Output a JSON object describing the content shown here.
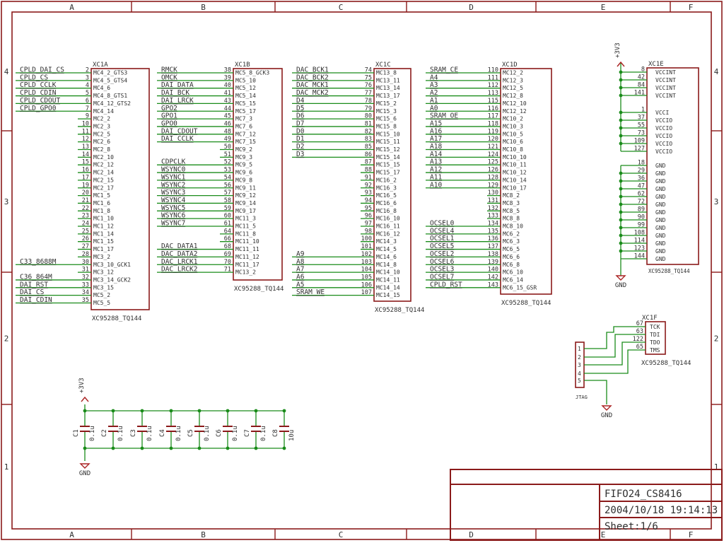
{
  "colors": {
    "net": "#1a8c1a",
    "part": "#8b1a1a",
    "frame": "#8b1a1a",
    "text": "#2f2f2f",
    "supply": "#aa2222",
    "junction": "#1a8c1a"
  },
  "frame": {
    "cols": [
      "A",
      "B",
      "C",
      "D",
      "E",
      "F"
    ],
    "rows": [
      "4",
      "3",
      "2",
      "1"
    ]
  },
  "title_block": {
    "name": "FIFO24_CS8416",
    "date": "2004/10/18 19:14:13",
    "sheet": "Sheet:1/6"
  },
  "parts": [
    {
      "ref": "XC1A",
      "value": "XC95288_TQ144",
      "pins": [
        {
          "net": "CPLD_DAI_CS",
          "num": "2",
          "name": "MC4_2_GTS3"
        },
        {
          "net": "CPLD_CS",
          "num": "3",
          "name": "MC4_5_GTS4"
        },
        {
          "net": "CPLD_CCLK",
          "num": "4",
          "name": "MC4_6"
        },
        {
          "net": "CPLD_CDIN",
          "num": "5",
          "name": "MC4_8_GTS1"
        },
        {
          "net": "CPLD_CDOUT",
          "num": "6",
          "name": "MC4_12_GTS2"
        },
        {
          "net": "CPLD_GPO0",
          "num": "7",
          "name": "MC4_14"
        },
        {
          "net": "",
          "num": "9",
          "name": "MC2_2"
        },
        {
          "net": "",
          "num": "10",
          "name": "MC2_3"
        },
        {
          "net": "",
          "num": "11",
          "name": "MC2_5"
        },
        {
          "net": "",
          "num": "12",
          "name": "MC2_6"
        },
        {
          "net": "",
          "num": "13",
          "name": "MC2_8"
        },
        {
          "net": "",
          "num": "14",
          "name": "MC2_10"
        },
        {
          "net": "",
          "num": "15",
          "name": "MC2_12"
        },
        {
          "net": "",
          "num": "16",
          "name": "MC2_14"
        },
        {
          "net": "",
          "num": "17",
          "name": "MC2_15"
        },
        {
          "net": "",
          "num": "19",
          "name": "MC2_17"
        },
        {
          "net": "",
          "num": "20",
          "name": "MC1_5"
        },
        {
          "net": "",
          "num": "21",
          "name": "MC1_6"
        },
        {
          "net": "",
          "num": "22",
          "name": "MC1_8"
        },
        {
          "net": "",
          "num": "23",
          "name": "MC1_10"
        },
        {
          "net": "",
          "num": "24",
          "name": "MC1_12"
        },
        {
          "net": "",
          "num": "25",
          "name": "MC1_14"
        },
        {
          "net": "",
          "num": "26",
          "name": "MC1_15"
        },
        {
          "net": "",
          "num": "27",
          "name": "MC1_17"
        },
        {
          "net": "",
          "num": "28",
          "name": "MC3_2"
        },
        {
          "net": "C33_8688M",
          "num": "30",
          "name": "MC3_10_GCK1"
        },
        {
          "net": "",
          "num": "31",
          "name": "MC3_12"
        },
        {
          "net": "C36_864M",
          "num": "32",
          "name": "MC3_14_GCK2"
        },
        {
          "net": "DAI_RST",
          "num": "33",
          "name": "MC3_15"
        },
        {
          "net": "DAI_CS",
          "num": "34",
          "name": "MC5_2"
        },
        {
          "net": "DAI_CDIN",
          "num": "35",
          "name": "MC5_5"
        }
      ]
    },
    {
      "ref": "XC1B",
      "value": "XC95288_TQ144",
      "pins": [
        {
          "net": "RMCK",
          "num": "38",
          "name": "MC5_8_GCK3"
        },
        {
          "net": "OMCK",
          "num": "39",
          "name": "MC5_10"
        },
        {
          "net": "DAI_DATA",
          "num": "40",
          "name": "MC5_12"
        },
        {
          "net": "DAI_BCK",
          "num": "41",
          "name": "MC5_14"
        },
        {
          "net": "DAI_LRCK",
          "num": "43",
          "name": "MC5_15"
        },
        {
          "net": "GPO2",
          "num": "44",
          "name": "MC5_17"
        },
        {
          "net": "GPO1",
          "num": "45",
          "name": "MC7_3"
        },
        {
          "net": "GPO0",
          "num": "46",
          "name": "MC7_6"
        },
        {
          "net": "DAI_CDOUT",
          "num": "48",
          "name": "MC7_12"
        },
        {
          "net": "DAI_CCLK",
          "num": "49",
          "name": "MC7_15"
        },
        {
          "net": "",
          "num": "50",
          "name": "MC9_2"
        },
        {
          "net": "",
          "num": "51",
          "name": "MC9_3"
        },
        {
          "net": "CDPCLK",
          "num": "52",
          "name": "MC9_5"
        },
        {
          "net": "WSYNC0",
          "num": "53",
          "name": "MC9_6"
        },
        {
          "net": "WSYNC1",
          "num": "54",
          "name": "MC9_8"
        },
        {
          "net": "WSYNC2",
          "num": "56",
          "name": "MC9_11"
        },
        {
          "net": "WSYNC3",
          "num": "57",
          "name": "MC9_12"
        },
        {
          "net": "WSYNC4",
          "num": "58",
          "name": "MC9_14"
        },
        {
          "net": "WSYNC5",
          "num": "59",
          "name": "MC9_17"
        },
        {
          "net": "WSYNC6",
          "num": "60",
          "name": "MC11_3"
        },
        {
          "net": "WSYNC7",
          "num": "61",
          "name": "MC11_5"
        },
        {
          "net": "",
          "num": "64",
          "name": "MC11_8"
        },
        {
          "net": "",
          "num": "66",
          "name": "MC11_10"
        },
        {
          "net": "DAC_DATA1",
          "num": "68",
          "name": "MC11_11"
        },
        {
          "net": "DAC_DATA2",
          "num": "69",
          "name": "MC11_12"
        },
        {
          "net": "DAC_LRCK1",
          "num": "70",
          "name": "MC11_17"
        },
        {
          "net": "DAC_LRCK2",
          "num": "71",
          "name": "MC13_2"
        }
      ]
    },
    {
      "ref": "XC1C",
      "value": "XC95288_TQ144",
      "pins": [
        {
          "net": "DAC_BCK1",
          "num": "74",
          "name": "MC13_8"
        },
        {
          "net": "DAC_BCK2",
          "num": "75",
          "name": "MC13_11"
        },
        {
          "net": "DAC_MCK1",
          "num": "76",
          "name": "MC13_14"
        },
        {
          "net": "DAC_MCK2",
          "num": "77",
          "name": "MC13_17"
        },
        {
          "net": "D4",
          "num": "78",
          "name": "MC15_2"
        },
        {
          "net": "D5",
          "num": "79",
          "name": "MC15_3"
        },
        {
          "net": "D6",
          "num": "80",
          "name": "MC15_6"
        },
        {
          "net": "D7",
          "num": "81",
          "name": "MC15_8"
        },
        {
          "net": "D0",
          "num": "82",
          "name": "MC15_10"
        },
        {
          "net": "D1",
          "num": "83",
          "name": "MC15_11"
        },
        {
          "net": "D2",
          "num": "85",
          "name": "MC15_12"
        },
        {
          "net": "D3",
          "num": "86",
          "name": "MC15_14"
        },
        {
          "net": "",
          "num": "87",
          "name": "MC15_15"
        },
        {
          "net": "",
          "num": "88",
          "name": "MC15_17"
        },
        {
          "net": "",
          "num": "91",
          "name": "MC16_2"
        },
        {
          "net": "",
          "num": "92",
          "name": "MC16_3"
        },
        {
          "net": "",
          "num": "93",
          "name": "MC16_5"
        },
        {
          "net": "",
          "num": "94",
          "name": "MC16_6"
        },
        {
          "net": "",
          "num": "95",
          "name": "MC16_8"
        },
        {
          "net": "",
          "num": "96",
          "name": "MC16_10"
        },
        {
          "net": "",
          "num": "97",
          "name": "MC16_11"
        },
        {
          "net": "",
          "num": "98",
          "name": "MC16_12"
        },
        {
          "net": "",
          "num": "100",
          "name": "MC14_3"
        },
        {
          "net": "",
          "num": "101",
          "name": "MC14_5"
        },
        {
          "net": "A9",
          "num": "102",
          "name": "MC14_6"
        },
        {
          "net": "A8",
          "num": "103",
          "name": "MC14_8"
        },
        {
          "net": "A7",
          "num": "104",
          "name": "MC14_10"
        },
        {
          "net": "A6",
          "num": "105",
          "name": "MC14_11"
        },
        {
          "net": "A5",
          "num": "106",
          "name": "MC14_14"
        },
        {
          "net": "SRAM_WE",
          "num": "107",
          "name": "MC14_15"
        }
      ]
    },
    {
      "ref": "XC1D",
      "value": "XC95288_TQ144",
      "pins": [
        {
          "net": "SRAM_CE",
          "num": "110",
          "name": "MC12_2"
        },
        {
          "net": "A4",
          "num": "111",
          "name": "MC12_3"
        },
        {
          "net": "A3",
          "num": "112",
          "name": "MC12_5"
        },
        {
          "net": "A2",
          "num": "113",
          "name": "MC12_8"
        },
        {
          "net": "A1",
          "num": "115",
          "name": "MC12_10"
        },
        {
          "net": "A0",
          "num": "116",
          "name": "MC12_12"
        },
        {
          "net": "SRAM_OE",
          "num": "117",
          "name": "MC10_2"
        },
        {
          "net": "A15",
          "num": "118",
          "name": "MC10_3"
        },
        {
          "net": "A16",
          "num": "119",
          "name": "MC10_5"
        },
        {
          "net": "A17",
          "num": "120",
          "name": "MC10_6"
        },
        {
          "net": "A18",
          "num": "121",
          "name": "MC10_8"
        },
        {
          "net": "A14",
          "num": "124",
          "name": "MC10_10"
        },
        {
          "net": "A13",
          "num": "125",
          "name": "MC10_11"
        },
        {
          "net": "A12",
          "num": "126",
          "name": "MC10_12"
        },
        {
          "net": "A11",
          "num": "128",
          "name": "MC10_14"
        },
        {
          "net": "A10",
          "num": "129",
          "name": "MC10_17"
        },
        {
          "net": "",
          "num": "130",
          "name": "MC8_2"
        },
        {
          "net": "",
          "num": "131",
          "name": "MC8_3"
        },
        {
          "net": "",
          "num": "132",
          "name": "MC8_5"
        },
        {
          "net": "",
          "num": "133",
          "name": "MC8_8"
        },
        {
          "net": "OCSEL0",
          "num": "134",
          "name": "MC8_10"
        },
        {
          "net": "OCSEL4",
          "num": "135",
          "name": "MC6_2"
        },
        {
          "net": "OCSEL1",
          "num": "136",
          "name": "MC6_3"
        },
        {
          "net": "OCSEL5",
          "num": "137",
          "name": "MC6_5"
        },
        {
          "net": "OCSEL2",
          "num": "138",
          "name": "MC6_6"
        },
        {
          "net": "OCSEL6",
          "num": "139",
          "name": "MC6_8"
        },
        {
          "net": "OCSEL3",
          "num": "140",
          "name": "MC6_10"
        },
        {
          "net": "OCSEL7",
          "num": "142",
          "name": "MC6_14"
        },
        {
          "net": "CPLD_RST",
          "num": "143",
          "name": "MC6_15_GSR"
        }
      ]
    },
    {
      "ref": "XC1E",
      "value": "XC95288_TQ144",
      "pins": [
        {
          "net": "",
          "num": "8",
          "name": "VCCINT"
        },
        {
          "net": "",
          "num": "42",
          "name": "VCCINT"
        },
        {
          "net": "",
          "num": "84",
          "name": "VCCINT"
        },
        {
          "net": "",
          "num": "141",
          "name": "VCCINT"
        },
        {
          "net": "",
          "num": "1",
          "name": "VCCI"
        },
        {
          "net": "",
          "num": "37",
          "name": "VCCIO"
        },
        {
          "net": "",
          "num": "55",
          "name": "VCCIO"
        },
        {
          "net": "",
          "num": "73",
          "name": "VCCIO"
        },
        {
          "net": "",
          "num": "109",
          "name": "VCCIO"
        },
        {
          "net": "",
          "num": "127",
          "name": "VCCIO"
        },
        {
          "net": "",
          "num": "18",
          "name": "GND"
        },
        {
          "net": "",
          "num": "29",
          "name": "GND"
        },
        {
          "net": "",
          "num": "36",
          "name": "GND"
        },
        {
          "net": "",
          "num": "47",
          "name": "GND"
        },
        {
          "net": "",
          "num": "62",
          "name": "GND"
        },
        {
          "net": "",
          "num": "72",
          "name": "GND"
        },
        {
          "net": "",
          "num": "89",
          "name": "GND"
        },
        {
          "net": "",
          "num": "90",
          "name": "GND"
        },
        {
          "net": "",
          "num": "99",
          "name": "GND"
        },
        {
          "net": "",
          "num": "108",
          "name": "GND"
        },
        {
          "net": "",
          "num": "114",
          "name": "GND"
        },
        {
          "net": "",
          "num": "123",
          "name": "GND"
        },
        {
          "net": "",
          "num": "144",
          "name": "GND"
        }
      ]
    },
    {
      "ref": "XC1F",
      "value": "XC95288_TQ144",
      "pins": [
        {
          "net": "",
          "num": "67",
          "name": "TCK"
        },
        {
          "net": "",
          "num": "63",
          "name": "TDI"
        },
        {
          "net": "",
          "num": "122",
          "name": "TDO"
        },
        {
          "net": "",
          "num": "65",
          "name": "TMS"
        }
      ]
    }
  ],
  "jtag": {
    "ref": "JTAG",
    "pins": [
      "1",
      "2",
      "3",
      "4",
      "5"
    ]
  },
  "supplies": {
    "vcc": "+3V3",
    "gnd": "GND"
  },
  "capacitors": [
    {
      "ref": "C1",
      "value": "0.1u"
    },
    {
      "ref": "C2",
      "value": "0.1u"
    },
    {
      "ref": "C3",
      "value": "0.1u"
    },
    {
      "ref": "C4",
      "value": "0.1u"
    },
    {
      "ref": "C5",
      "value": "0.1u"
    },
    {
      "ref": "C6",
      "value": "0.1u"
    },
    {
      "ref": "C7",
      "value": "0.1u"
    },
    {
      "ref": "C8",
      "value": "10u"
    }
  ]
}
